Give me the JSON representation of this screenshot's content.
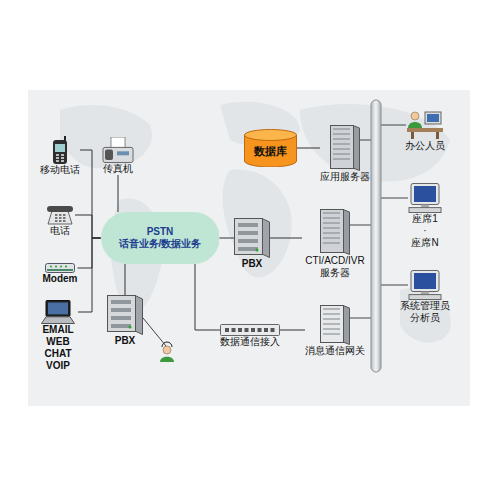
{
  "diagram": {
    "nodes": [
      {
        "text": [
          "移动电话"
        ]
      },
      {
        "text": [
          "传真机"
        ]
      },
      {
        "text": [
          "电话"
        ]
      },
      {
        "text": [
          "Modem"
        ]
      },
      {
        "text": [
          "EMAIL WEB CHAT VOIP"
        ]
      },
      {
        "text": [
          "PSTN",
          "话音业务/数据业务"
        ]
      },
      {
        "text": [
          "PBX"
        ]
      },
      {
        "text": [
          "数据库"
        ]
      },
      {
        "text": [
          "应用服务器"
        ]
      },
      {
        "text": [
          "PBX"
        ]
      },
      {
        "text": [
          "CTI/ACD/IVR 服务器"
        ]
      },
      {
        "text": [
          "数据通信接入"
        ]
      },
      {
        "text": [
          "消息通信网关"
        ]
      },
      {
        "text": [
          "办公人员"
        ]
      },
      {
        "text": [
          "座席1",
          "·",
          "座席N"
        ]
      },
      {
        "text": [
          "系统管理员 分析员"
        ]
      }
    ],
    "edges": [
      {
        "from": 0,
        "to": 5,
        "arrow": "none"
      },
      {
        "from": 1,
        "to": 5,
        "arrow": "none"
      },
      {
        "from": 2,
        "to": 5,
        "arrow": "none"
      },
      {
        "from": 3,
        "to": 5,
        "arrow": "none"
      },
      {
        "from": 4,
        "to": 5,
        "arrow": "none"
      },
      {
        "from": 5,
        "to": 6,
        "arrow": "none"
      },
      {
        "from": 5,
        "to": 9,
        "arrow": "none"
      },
      {
        "from": 5,
        "to": 11,
        "arrow": "none"
      },
      {
        "from": 9,
        "to": 10,
        "arrow": "none"
      },
      {
        "from": 7,
        "to": 8,
        "arrow": "none"
      },
      {
        "from": 11,
        "to": 12,
        "arrow": "none"
      }
    ]
  }
}
